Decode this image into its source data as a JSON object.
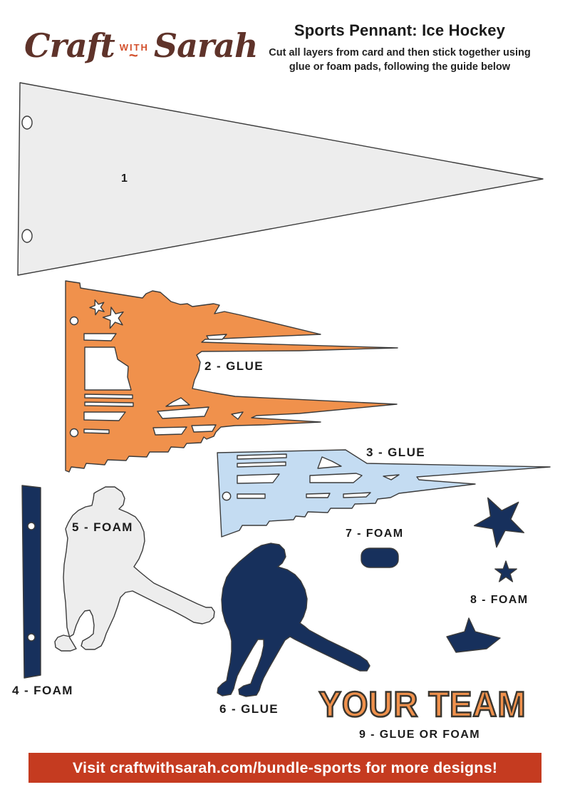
{
  "header": {
    "logo": {
      "craft": "Craft",
      "with": "with",
      "sarah": "Sarah"
    },
    "title": "Sports Pennant: Ice Hockey",
    "subtitle_line1": "Cut all layers from card and then stick together using",
    "subtitle_line2": "glue or foam pads, following the guide below"
  },
  "labels": {
    "p1": "1",
    "p2": "2 - GLUE",
    "p3": "3 - GLUE",
    "p4": "4 - FOAM",
    "p5": "5 - FOAM",
    "p6": "6 - GLUE",
    "p7": "7 - FOAM",
    "p8": "8 - FOAM",
    "p9": "9 - GLUE OR FOAM"
  },
  "your_team": "YOUR TEAM",
  "banner": {
    "text": "Visit craftwithsarah.com/bundle-sports for more designs!"
  },
  "colors": {
    "orange": "#F0914C",
    "navy": "#17305C",
    "light_blue": "#C4DCF2",
    "gray": "#EDEDED",
    "banner_red": "#C53B20",
    "logo_brown": "#5F332A",
    "logo_accent": "#D3502C",
    "outline": "#3B3B3B"
  }
}
